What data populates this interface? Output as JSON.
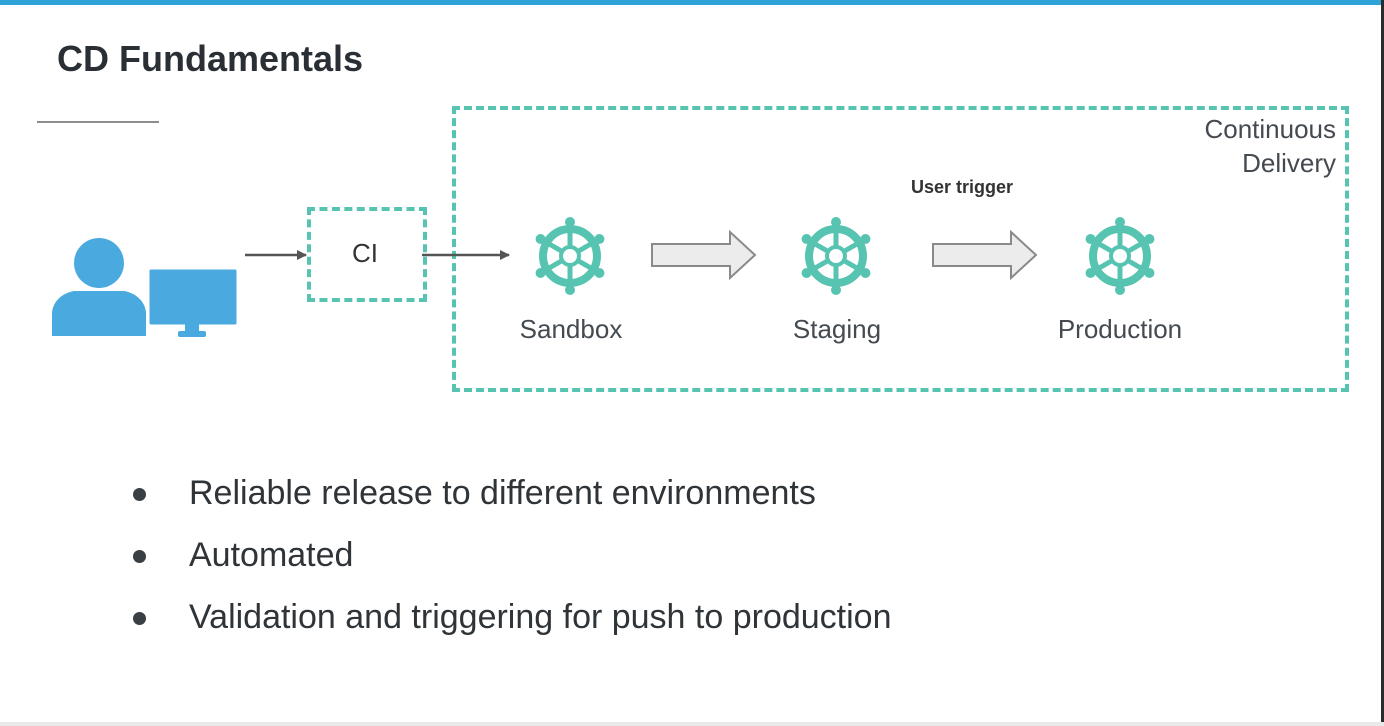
{
  "slide": {
    "title": "CD Fundamentals"
  },
  "diagram": {
    "ci_label": "CI",
    "cd_label_line1": "Continuous",
    "cd_label_line2": "Delivery",
    "user_trigger": "User trigger",
    "stages": [
      {
        "label": "Sandbox",
        "icon": "helm-wheel-icon"
      },
      {
        "label": "Staging",
        "icon": "helm-wheel-icon"
      },
      {
        "label": "Production",
        "icon": "helm-wheel-icon"
      }
    ],
    "colors": {
      "accent_teal": "#56c4b0",
      "user_blue": "#4aa9de",
      "top_bar": "#2ea3d8"
    }
  },
  "bullets": [
    "Reliable release to different environments",
    "Automated",
    "Validation and triggering for push to production"
  ]
}
